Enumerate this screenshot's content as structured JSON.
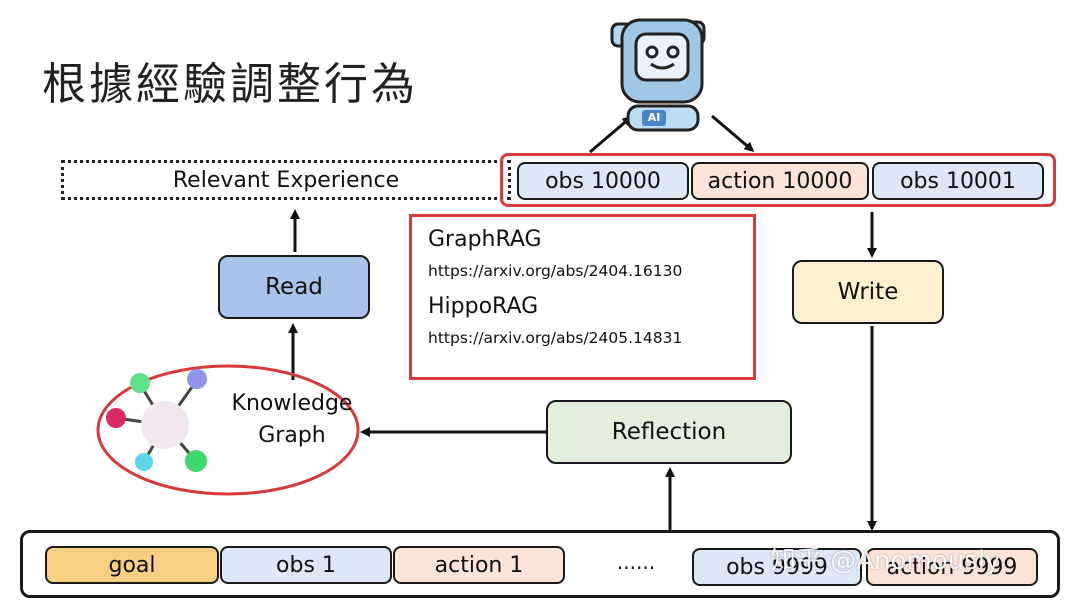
{
  "title": "根據經驗調整行為",
  "relevant_experience": "Relevant Experience",
  "current_step": {
    "obs": "obs 10000",
    "action": "action 10000",
    "next_obs": "obs 10001"
  },
  "read": "Read",
  "write": "Write",
  "reflection": "Reflection",
  "knowledge_graph": {
    "line1": "Knowledge",
    "line2": "Graph"
  },
  "robot_badge": "AI",
  "references": [
    {
      "name": "GraphRAG",
      "url": "https://arxiv.org/abs/2404.16130"
    },
    {
      "name": "HippoRAG",
      "url": "https://arxiv.org/abs/2405.14831"
    }
  ],
  "memory": {
    "goal": "goal",
    "obs1": "obs 1",
    "action1": "action 1",
    "ellipsis": "......",
    "obs_last": "obs 9999",
    "action_last": "action 9999"
  },
  "watermark": "知乎 @Anomously",
  "colors": {
    "highlight": "#d63b3b",
    "obs": "#dde8f6",
    "action": "#fbe3d7",
    "goal": "#f7cf83",
    "read": "#a9c3ea",
    "write": "#fff0cf",
    "reflection": "#e2efda"
  }
}
